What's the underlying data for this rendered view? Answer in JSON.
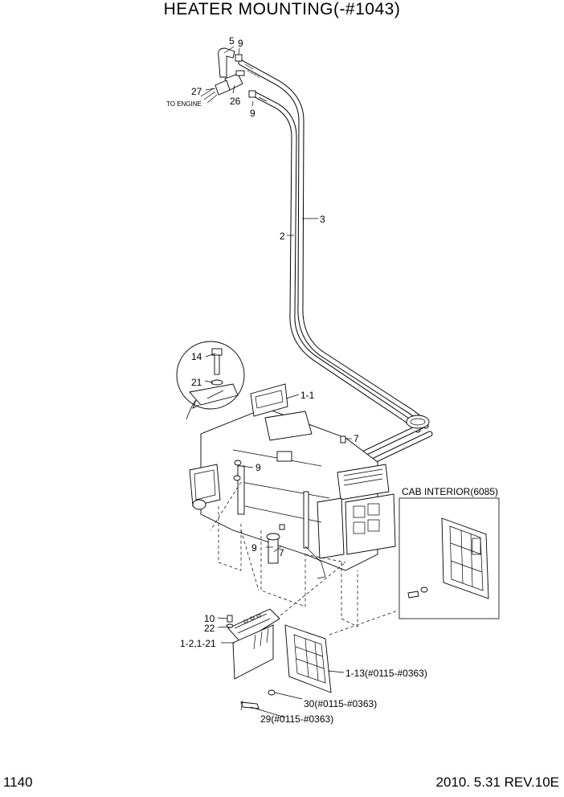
{
  "title": "HEATER MOUNTING(-#1043)",
  "footer": {
    "page": "1140",
    "revision": "2010. 5.31  REV.10E"
  },
  "labels": {
    "to_engine": "TO ENGINE",
    "cab_interior": "CAB INTERIOR(6085)"
  },
  "callouts": {
    "c5": "5",
    "c9_top": "9",
    "c27": "27",
    "c26": "26",
    "c9_mid": "9",
    "c3": "3",
    "c2": "2",
    "c14": "14",
    "c21": "21",
    "c1_1": "1-1",
    "c7_top": "7",
    "c9_lower": "9",
    "c9_bottom": "9",
    "c7_bottom": "7",
    "c10": "10",
    "c22": "22",
    "c1_2": "1-2,1-21",
    "c1_13": "1-13(#0115-#0363)",
    "c30": "30(#0115-#0363)",
    "c29": "29(#0115-#0363)"
  }
}
